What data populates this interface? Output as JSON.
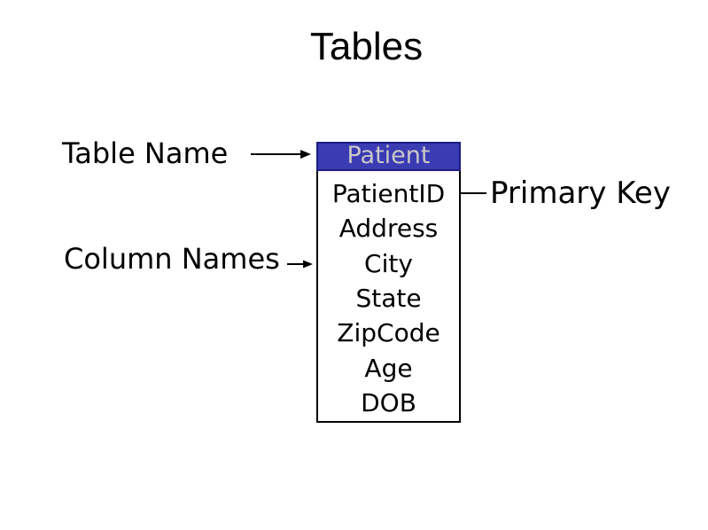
{
  "slide": {
    "title": "Tables",
    "background_color": "#ffffff"
  },
  "labels": {
    "table_name": "Table Name",
    "column_names": "Column Names",
    "primary_key": "Primary Key"
  },
  "diagram": {
    "table": {
      "name": "Patient",
      "columns": [
        "PatientID",
        "Address",
        "City",
        "State",
        "ZipCode",
        "Age",
        "DOB"
      ],
      "primary_key_column": "PatientID"
    },
    "colors": {
      "header_fill": "#3b3bb3",
      "header_border": "#1d1d85",
      "header_text": "#c8c8c8",
      "body_border": "#000000",
      "text": "#000000",
      "arrow": "#000000"
    },
    "icons": {
      "table_name_arrow": "arrow-right-icon",
      "column_names_arrow": "arrow-right-icon",
      "primary_key_arrow": "arrow-left-icon"
    }
  }
}
